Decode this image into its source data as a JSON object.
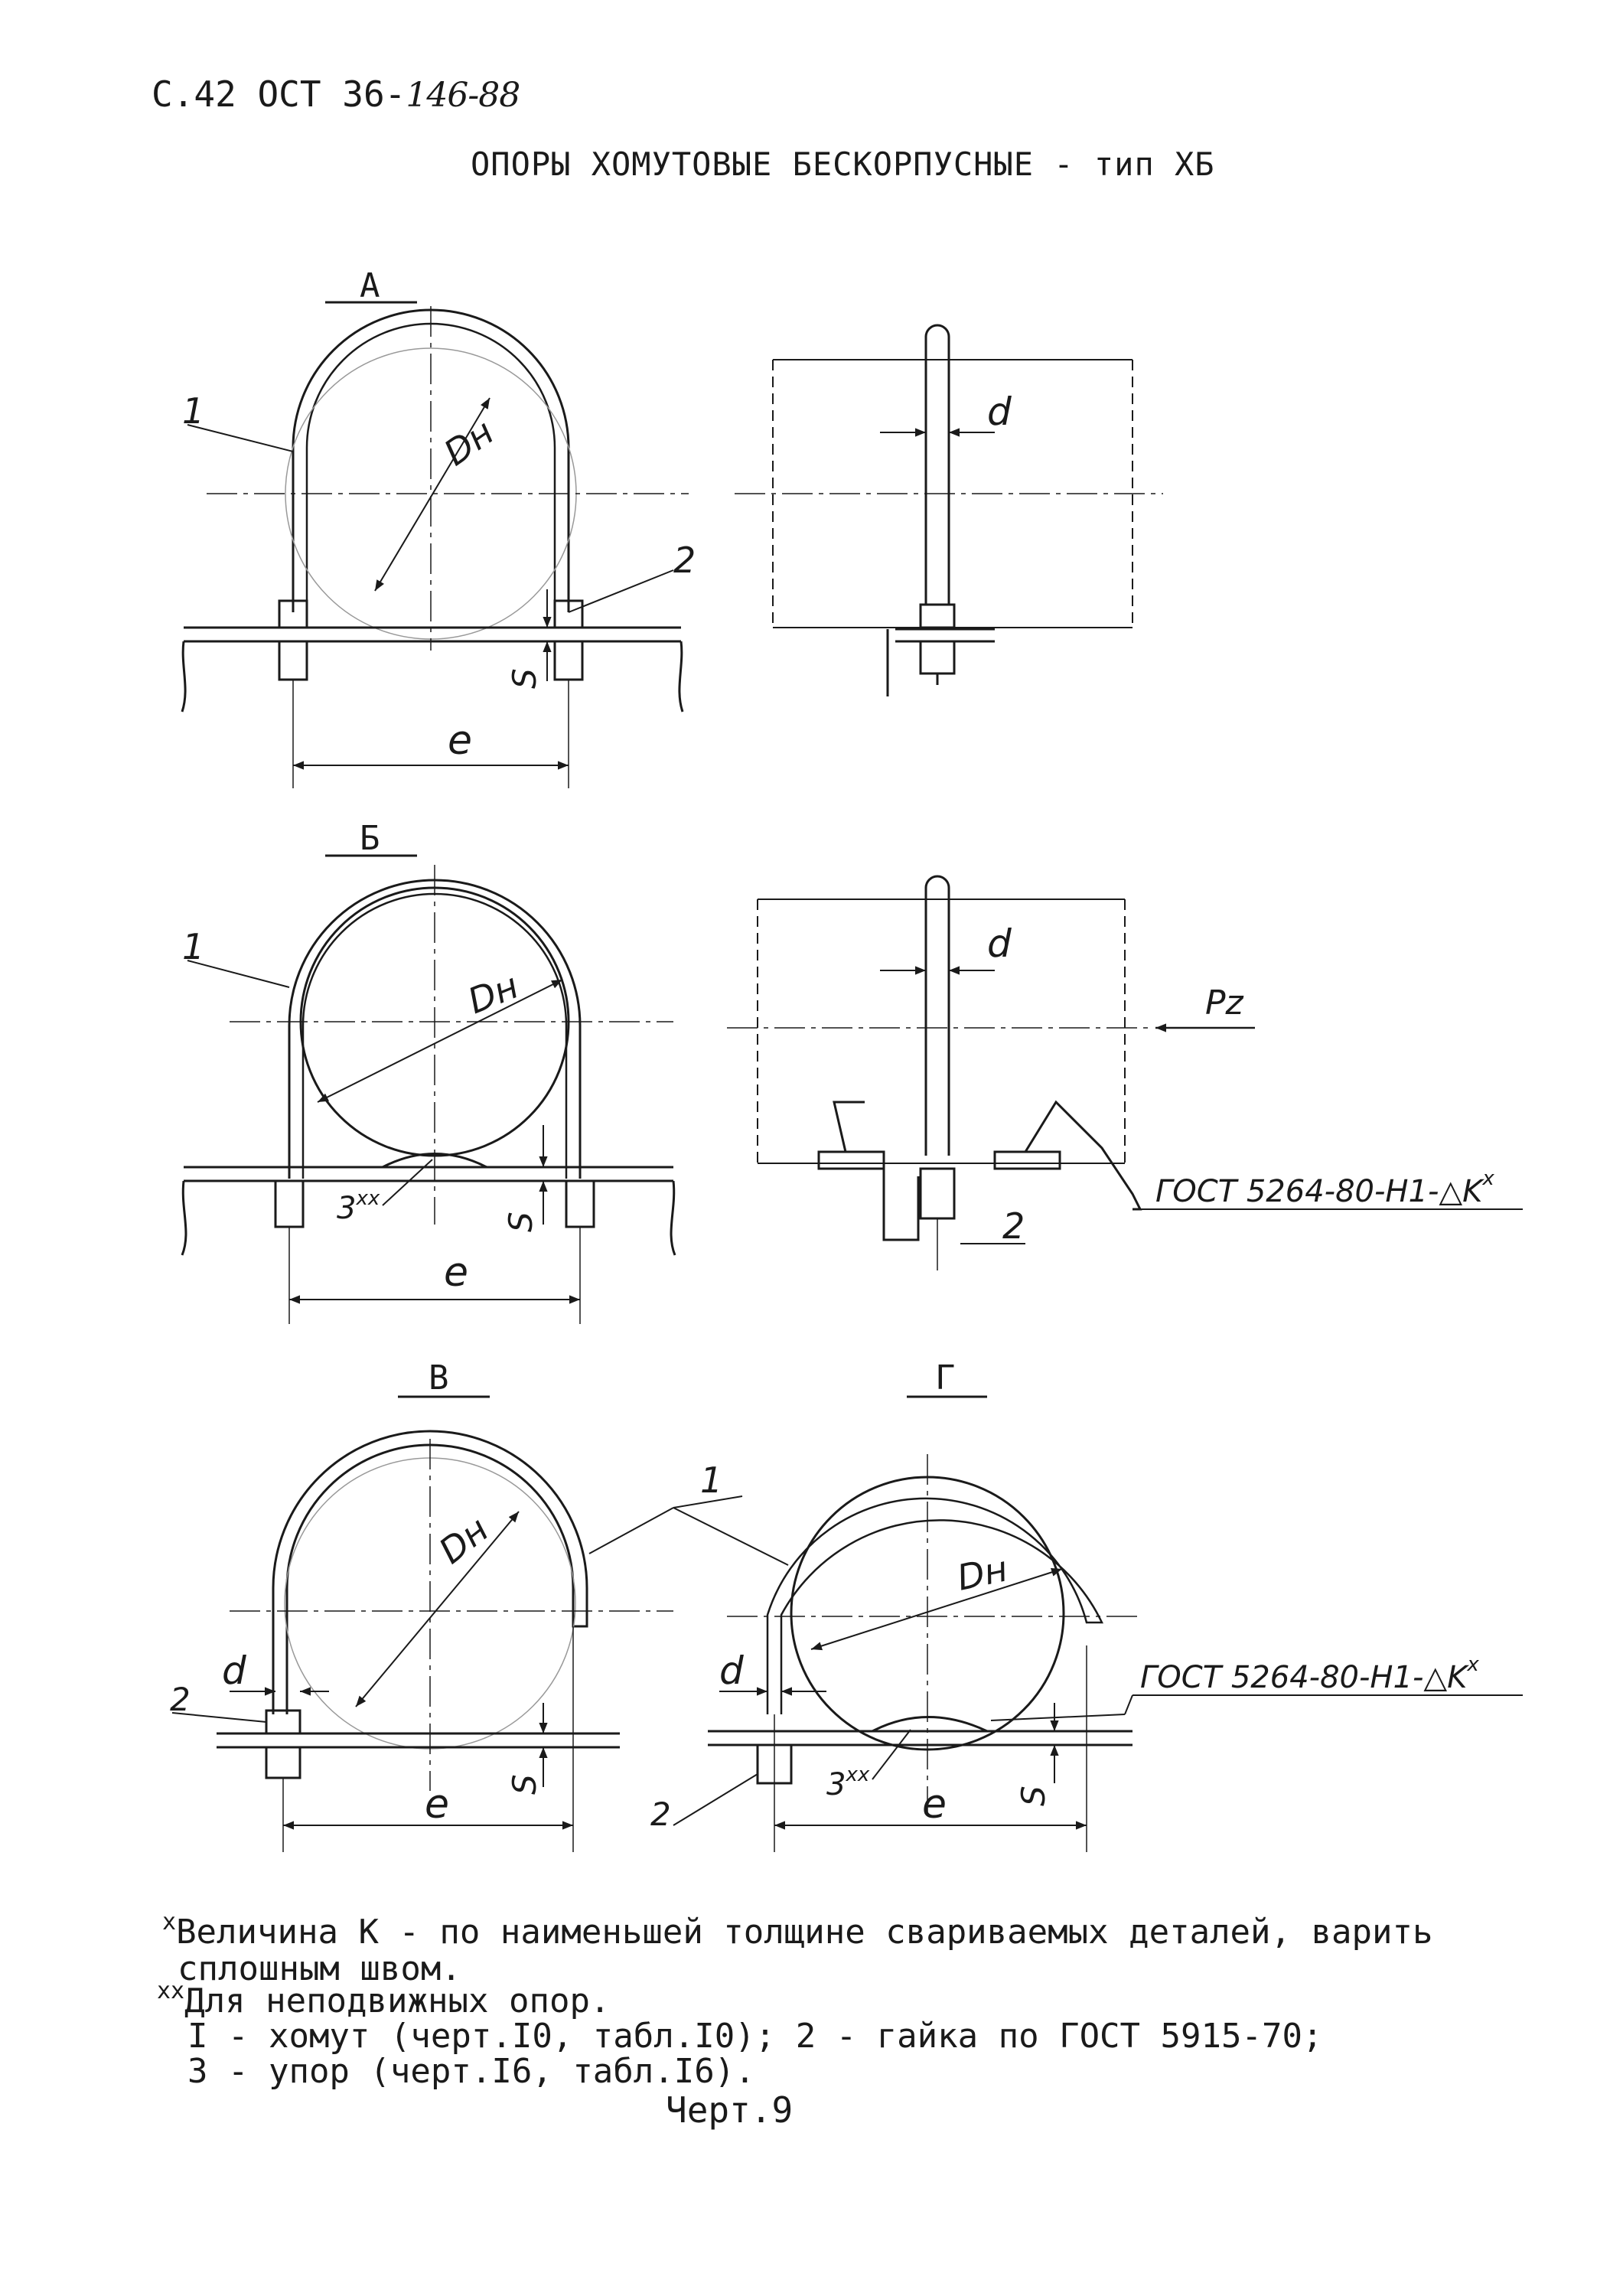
{
  "header": {
    "ref_prefix": "С.42 ОСТ 36-",
    "ref_hand": "146-88"
  },
  "title": "ОПОРЫ ХОМУТОВЫЕ БЕСКОРПУСНЫЕ - тип ХБ",
  "views": {
    "a": "А",
    "b": "Б",
    "v": "В",
    "g": "Г"
  },
  "labels": {
    "dn": "Dн",
    "d": "d",
    "e": "e",
    "s": "S",
    "p1": "1",
    "p2": "2",
    "p3": "3",
    "p3_sup": "хх",
    "force": "Pz",
    "weld": "ГОСТ 5264-80-Н1-△K",
    "weld_sup": "х"
  },
  "footnotes": {
    "note1_mark": "х",
    "note1_line1": "Величина К - по наименьшей толщине свариваемых деталей, варить",
    "note1_line2": "сплошным швом.",
    "note2_mark": "хх",
    "note2_text": "Для неподвижных опор.",
    "legend1": "I - хомут (черт.I0, табл.I0); 2 - гайка по ГОСТ 5915-70;",
    "legend2": "3 - упор (черт.I6, табл.I6)."
  },
  "caption": "Черт.9"
}
